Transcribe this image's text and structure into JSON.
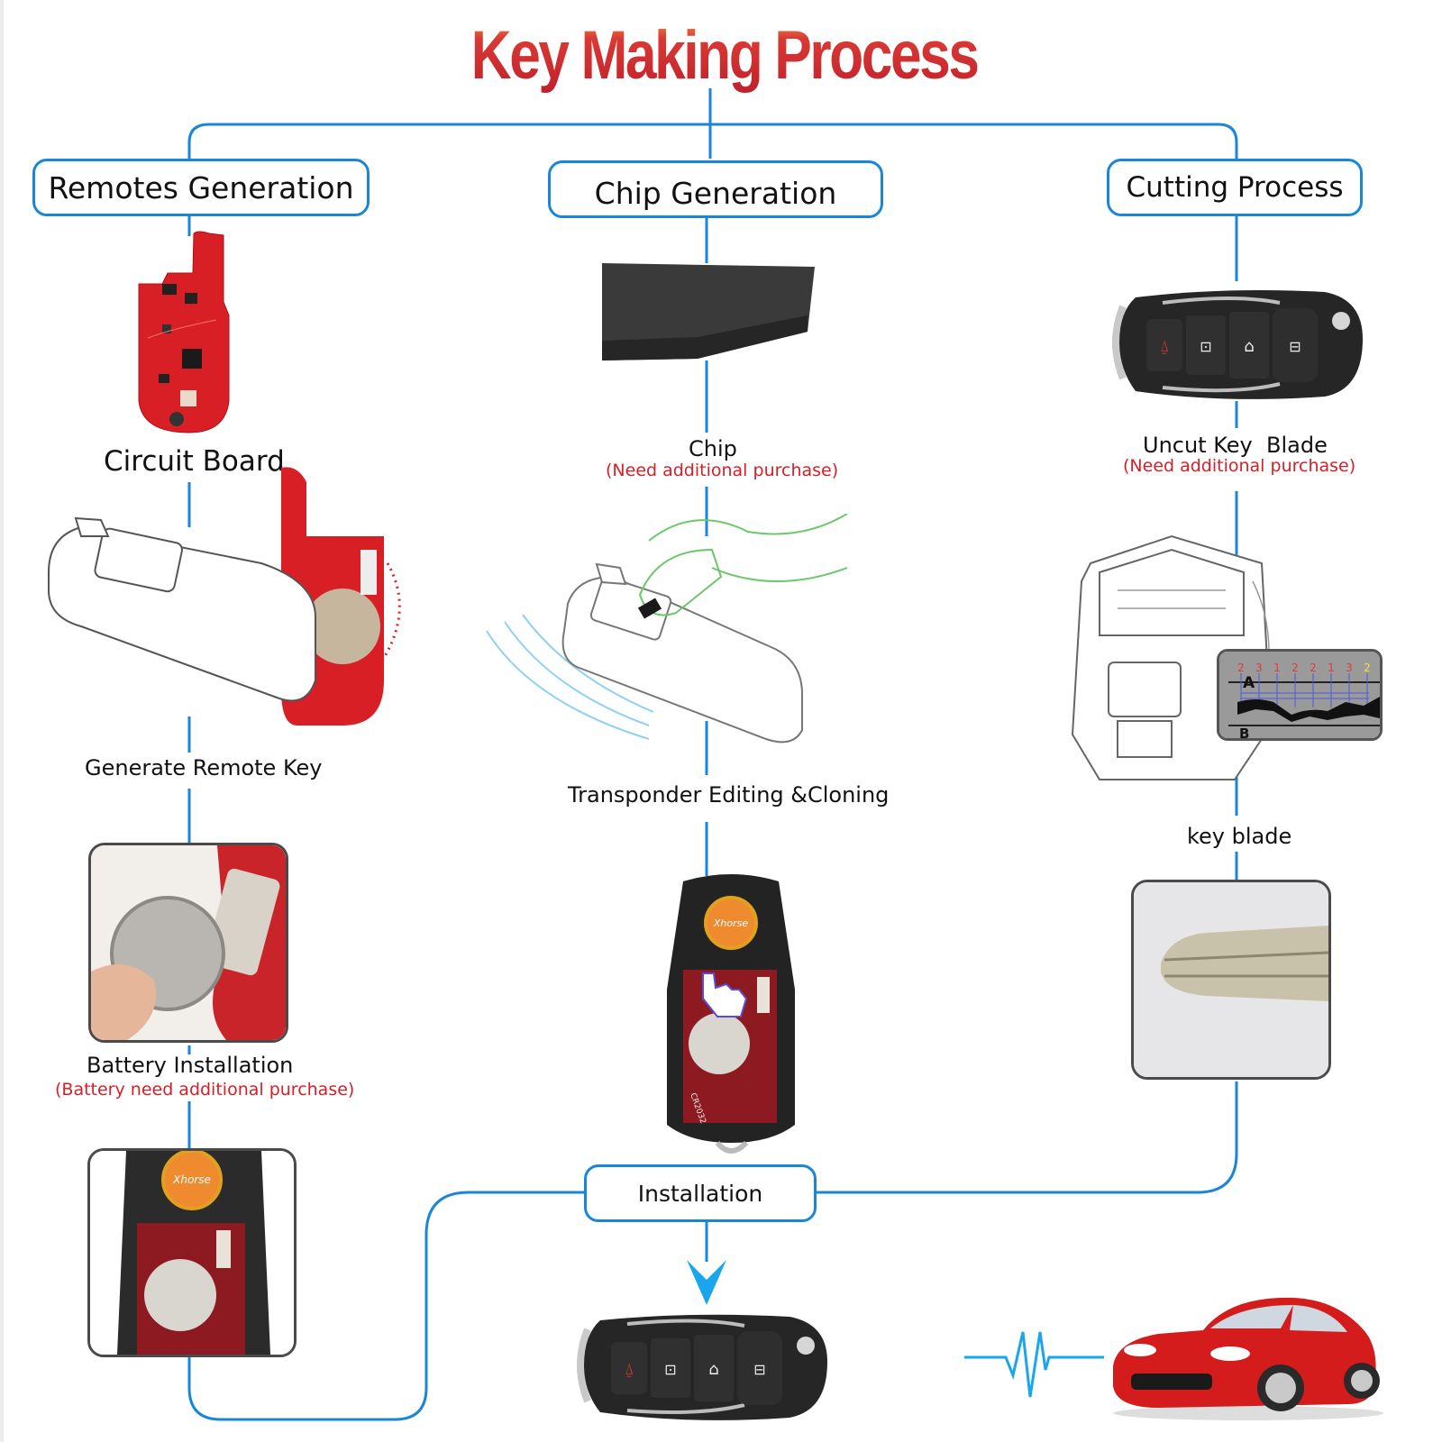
{
  "title": "Key Making Process",
  "colors": {
    "title_red": "#c8262e",
    "flow_blue": "#1a86d9",
    "note_red": "#d81e26",
    "pulse_blue": "#19a6ee"
  },
  "sections": {
    "remotes": {
      "header": "Remotes Generation",
      "steps": [
        {
          "label": "Circuit Board",
          "image": "red-circuit-board"
        },
        {
          "label": "Generate Remote Key",
          "image": "key-tool-with-circuit-board"
        },
        {
          "label": "Battery Installation",
          "note": "(Battery need additional purchase)",
          "image": "battery-coin-cell-photo"
        },
        {
          "image": "opened-remote-with-battery"
        }
      ]
    },
    "chip": {
      "header": "Chip Generation",
      "steps": [
        {
          "label": "Chip",
          "note": "(Need additional purchase)",
          "image": "transponder-chip"
        },
        {
          "label": "Transponder Editing &Cloning",
          "image": "key-tool-with-hand-inserting-chip"
        },
        {
          "image": "opened-remote-pointer"
        }
      ]
    },
    "cutting": {
      "header": "Cutting Process",
      "steps": [
        {
          "label": "Uncut Key  Blade",
          "note": "(Need additional purchase)",
          "image": "flip-key-remote"
        },
        {
          "label": "key blade",
          "image": "key-cutting-machine",
          "cut_readout": {
            "row_a": "A",
            "row_b": "B",
            "depths": [
              "2",
              "3",
              "1",
              "2",
              "2",
              "1",
              "3",
              "2"
            ]
          }
        },
        {
          "image": "key-blade-photo"
        }
      ]
    },
    "installation": {
      "label": "Installation",
      "result_image": "finished-flip-key",
      "car_image": "red-sports-car"
    }
  },
  "remote_buttons": [
    "panic-icon",
    "unlock-trunk-icon",
    "car-trunk-icon",
    "lock-icon"
  ],
  "brand_badge": "Xhorse",
  "battery_code": "CR2032"
}
